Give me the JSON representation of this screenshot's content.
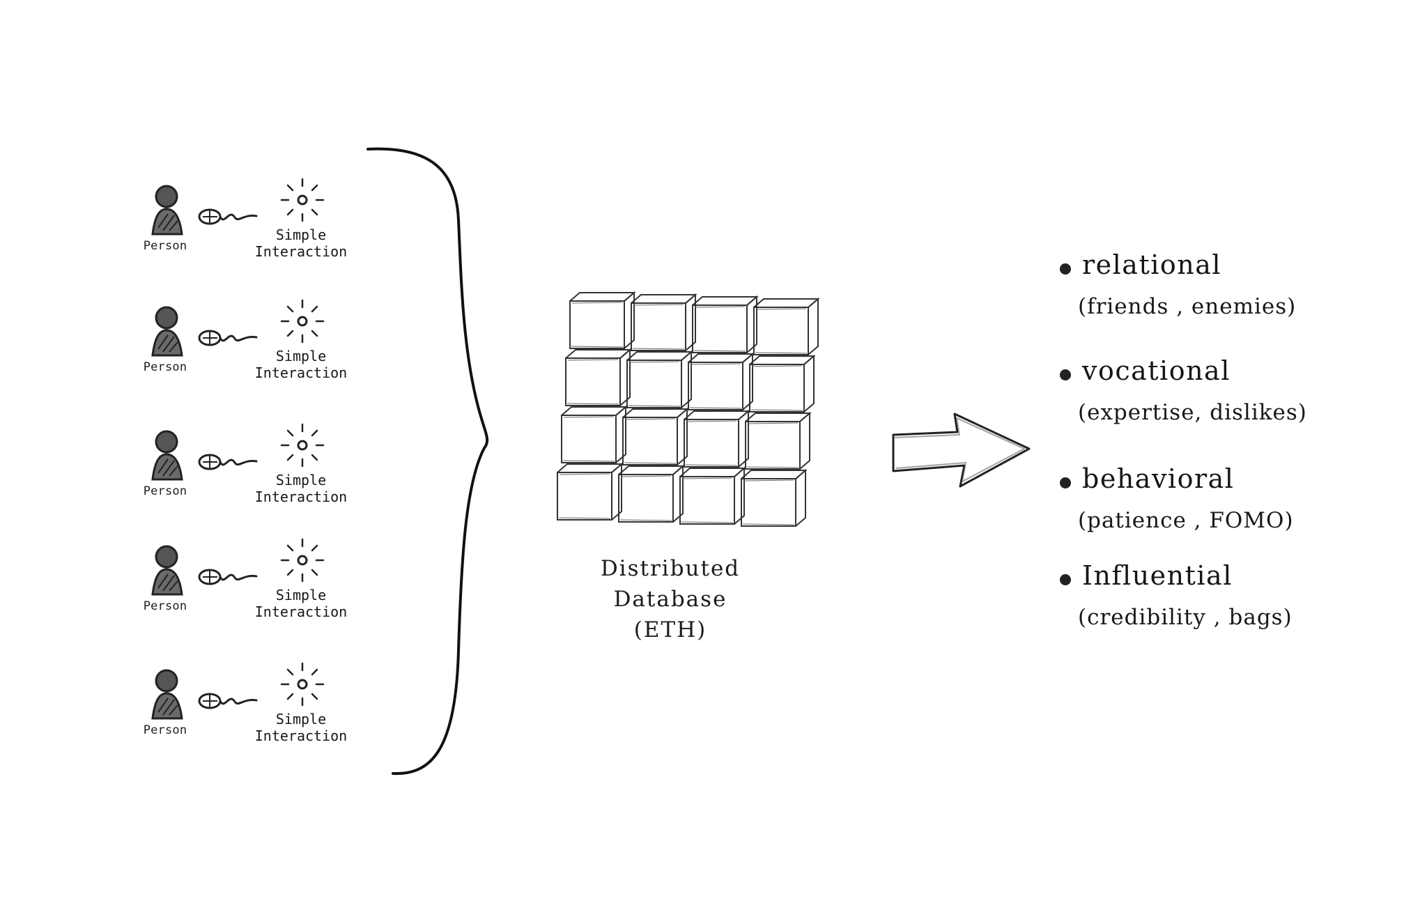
{
  "rows": [
    {
      "person": "Person",
      "interaction": [
        "Simple",
        "Interaction"
      ]
    },
    {
      "person": "Person",
      "interaction": [
        "Simple",
        "Interaction"
      ]
    },
    {
      "person": "Person",
      "interaction": [
        "Simple",
        "Interaction"
      ]
    },
    {
      "person": "Person",
      "interaction": [
        "Simple",
        "Interaction"
      ]
    },
    {
      "person": "Person",
      "interaction": [
        "Simple",
        "Interaction"
      ]
    }
  ],
  "database": {
    "line1": "Distributed",
    "line2": "Database",
    "line3": "(ETH)"
  },
  "traits": [
    {
      "name": "relational",
      "examples": "(friends , enemies)"
    },
    {
      "name": "vocational",
      "examples": "(expertise, dislikes)"
    },
    {
      "name": "behavioral",
      "examples": "(patience , FOMO)"
    },
    {
      "name": "Influential",
      "examples": "(credibility , bags)"
    }
  ]
}
